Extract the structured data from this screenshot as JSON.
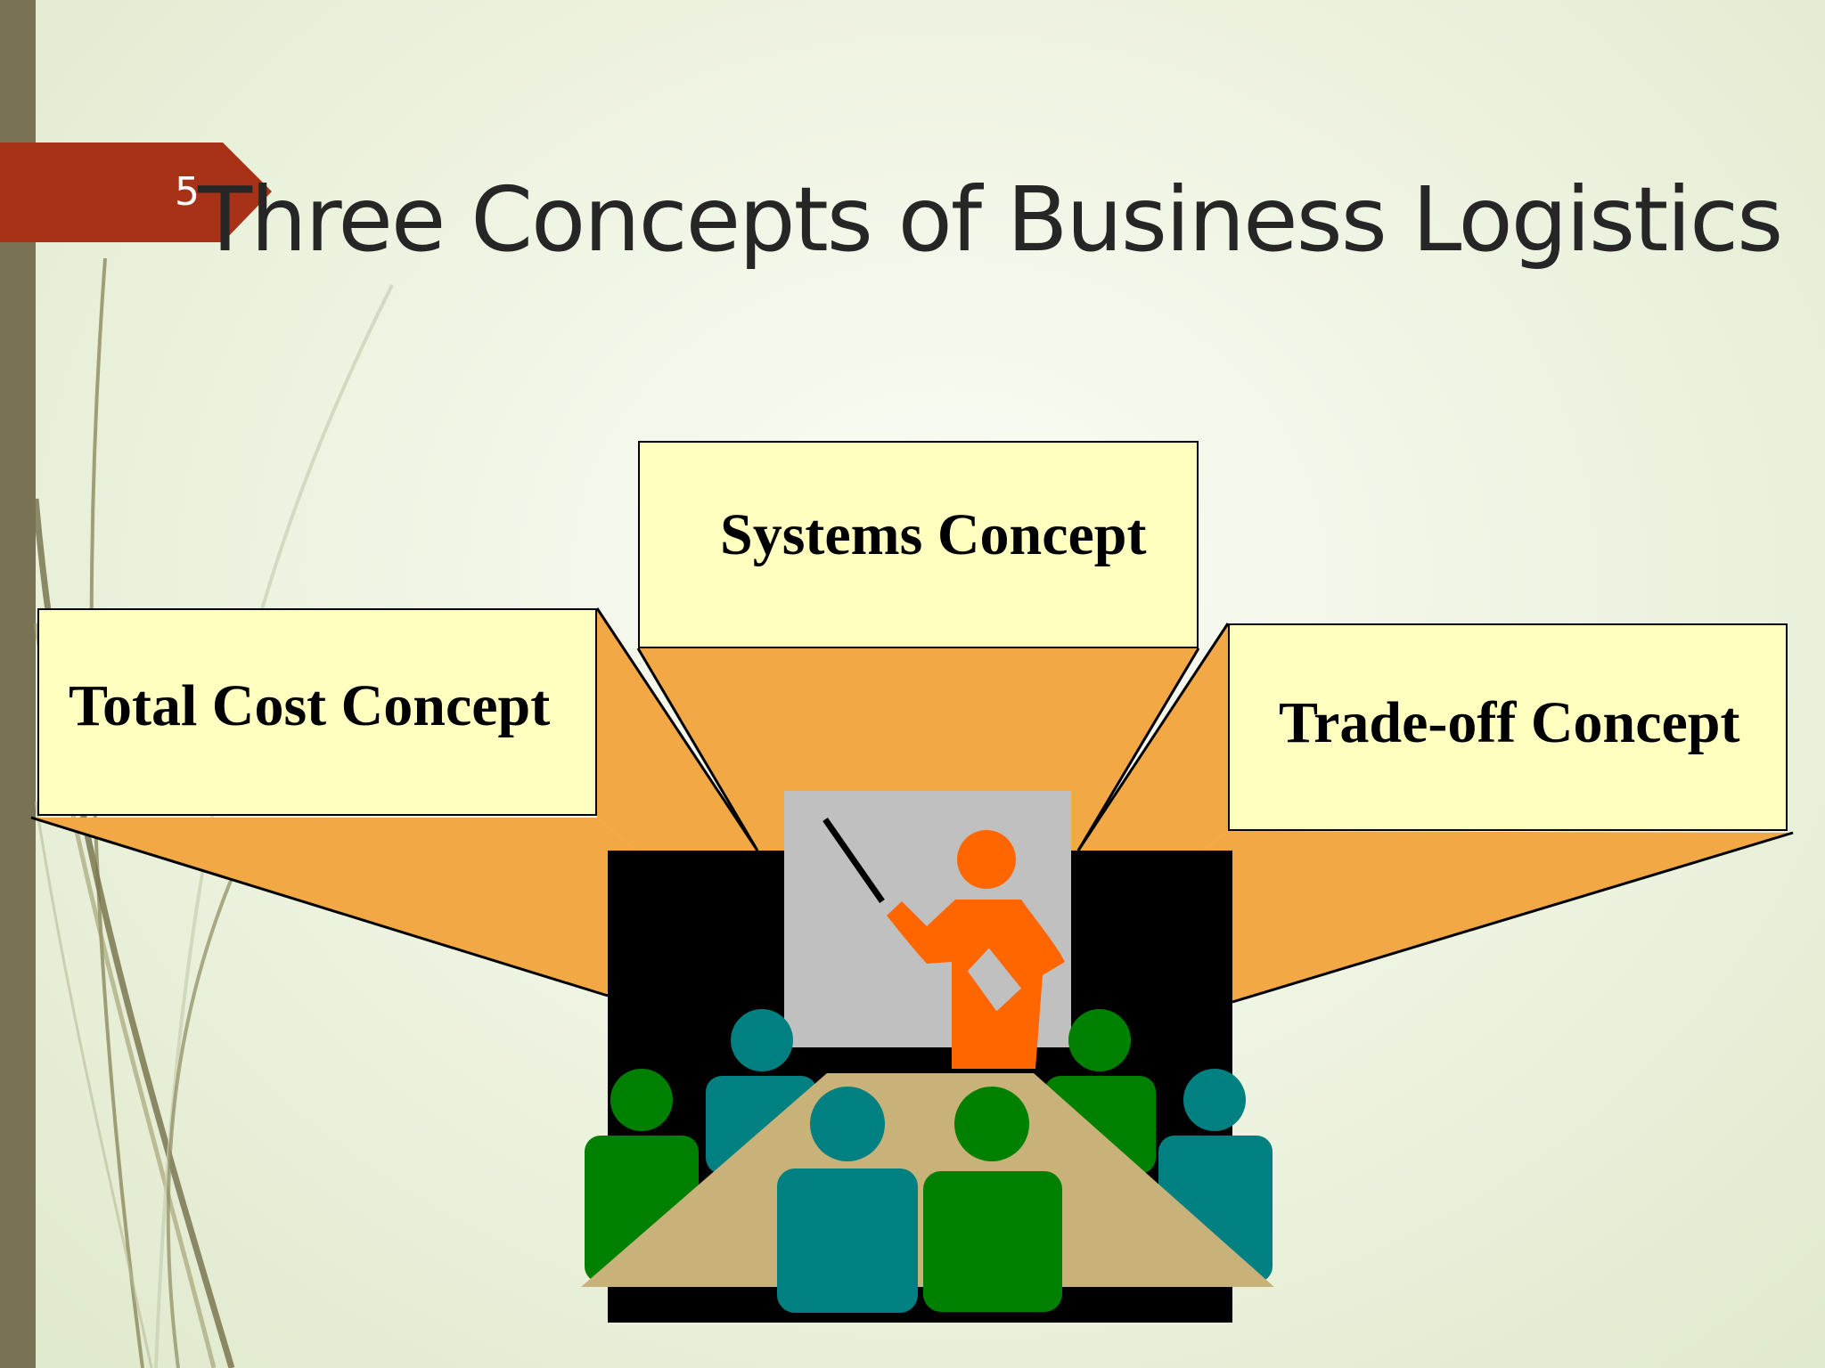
{
  "slide": {
    "number": "5",
    "title": "Three Concepts of Business Logistics"
  },
  "concepts": {
    "total_cost": "Total Cost Concept",
    "systems": "Systems Concept",
    "trade_off": "Trade-off Concept"
  },
  "colors": {
    "left_bar": "#7a7254",
    "number_tab": "#a83218",
    "box_fill": "#ffffc0",
    "beam_orange": "#f2a844",
    "presenter_orange": "#ff6600",
    "audience_green": "#008000",
    "audience_teal": "#008080",
    "table_tan": "#c8b27a",
    "screen_gray": "#c0c0c0"
  },
  "icons": [
    "presentation-scene-icon",
    "presenter-icon",
    "pointer-icon"
  ]
}
